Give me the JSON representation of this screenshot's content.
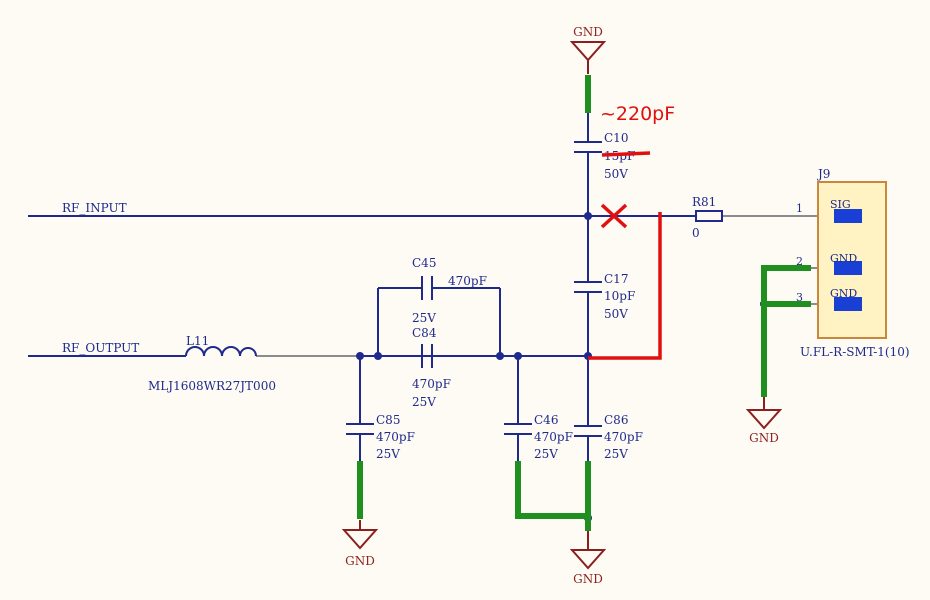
{
  "nets": {
    "rf_input": "RF_INPUT",
    "rf_output": "RF_OUTPUT"
  },
  "gnd_label": "GND",
  "c10": {
    "ref": "C10",
    "value": "15pF",
    "voltage": "50V",
    "annotation": "~220pF"
  },
  "c17": {
    "ref": "C17",
    "value": "10pF",
    "voltage": "50V"
  },
  "c45": {
    "ref": "C45",
    "value": "470pF",
    "voltage": "25V"
  },
  "c84": {
    "ref": "C84",
    "value": "470pF",
    "voltage": "25V"
  },
  "c85": {
    "ref": "C85",
    "value": "470pF",
    "voltage": "25V"
  },
  "c46": {
    "ref": "C46",
    "value": "470pF",
    "voltage": "25V"
  },
  "c86": {
    "ref": "C86",
    "value": "470pF",
    "voltage": "25V"
  },
  "r81": {
    "ref": "R81",
    "value": "0"
  },
  "l11": {
    "ref": "L11",
    "part": "MLJ1608WR27JT000"
  },
  "j9": {
    "ref": "J9",
    "part": "U.FL-R-SMT-1(10)",
    "pins": [
      {
        "num": "1",
        "name": "SIG"
      },
      {
        "num": "2",
        "name": "GND"
      },
      {
        "num": "3",
        "name": "GND"
      }
    ]
  },
  "colors": {
    "wire": "#1f2a8c",
    "ground_symbol": "#8b1e1e",
    "connector_fill": "#fff3c4",
    "connector_border": "#c8873c",
    "pin": "#1a3fd4",
    "markup_red": "#e01010",
    "markup_green": "#1f8f1f"
  }
}
